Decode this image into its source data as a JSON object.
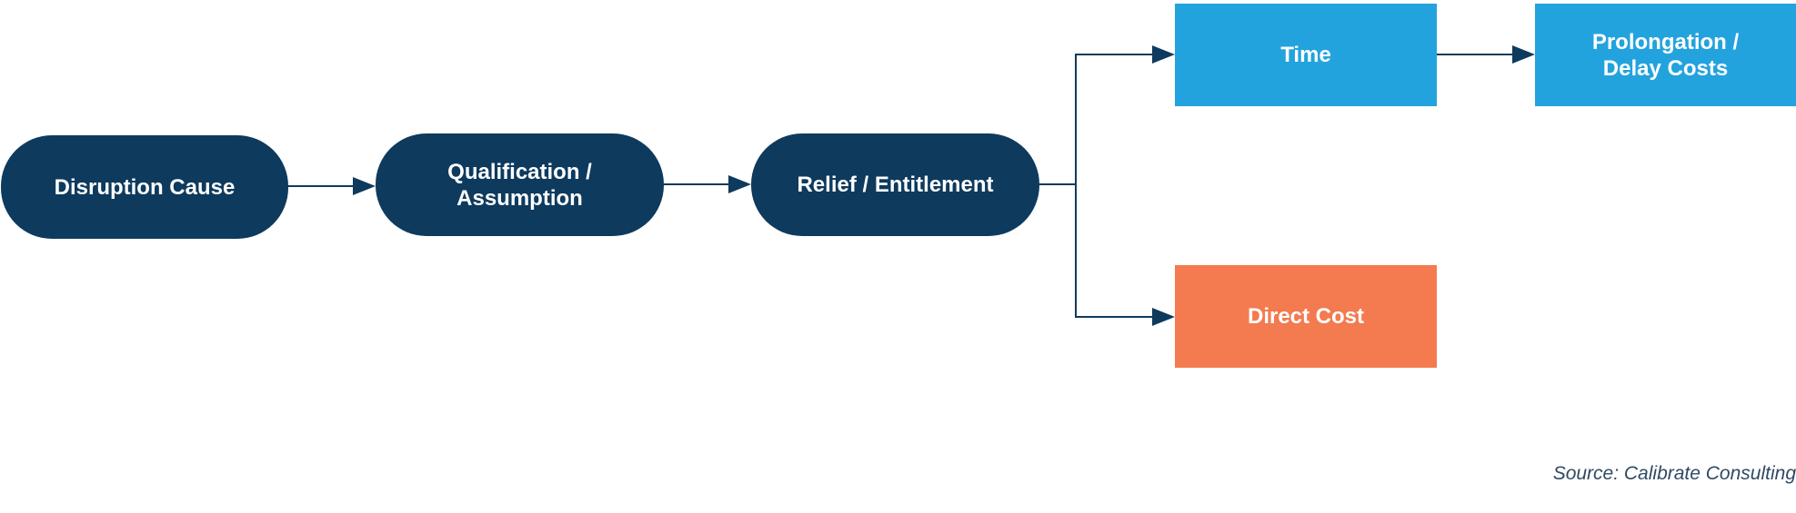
{
  "nodes": {
    "disruption_cause": "Disruption Cause",
    "qualification": "Qualification /\nAssumption",
    "relief": "Relief / Entitlement",
    "time": "Time",
    "prolongation": "Prolongation /\nDelay Costs",
    "direct_cost": "Direct Cost"
  },
  "source": "Source: Calibrate Consulting",
  "colors": {
    "dark_navy": "#0e3a5d",
    "sky_blue": "#23a3de",
    "orange": "#f37b4f",
    "connector": "#0e3a5d"
  }
}
